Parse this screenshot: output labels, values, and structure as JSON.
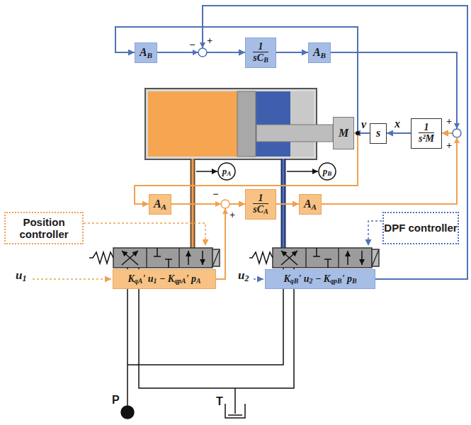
{
  "diagram": {
    "nodes": [
      {
        "text": [
          "AB"
        ]
      },
      {
        "text": [
          "1 sCB"
        ]
      },
      {
        "text": [
          "AB"
        ]
      },
      {
        "text": [
          "M"
        ]
      },
      {
        "text": [
          "s"
        ]
      },
      {
        "text": [
          "1 s²M"
        ]
      },
      {
        "text": [
          "pA"
        ]
      },
      {
        "text": [
          "pB"
        ]
      },
      {
        "text": [
          "AA"
        ]
      },
      {
        "text": [
          "1 sCA"
        ]
      },
      {
        "text": [
          "AA"
        ]
      },
      {
        "text": [
          "Position controller"
        ]
      },
      {
        "text": [
          "DPF controller"
        ]
      },
      {
        "text": [
          "KqA' u1 − KqpA' pA"
        ]
      },
      {
        "text": [
          "KqB' u2 − KqpB' pB"
        ]
      }
    ],
    "edges": [
      {
        "from": 0,
        "to": 1,
        "arrow": "to"
      },
      {
        "from": 14,
        "to": 1,
        "arrow": "to"
      },
      {
        "from": 1,
        "to": 2,
        "arrow": "to"
      },
      {
        "from": 2,
        "to": 5,
        "arrow": "to"
      },
      {
        "from": 10,
        "to": 5,
        "arrow": "to"
      },
      {
        "from": 5,
        "to": 4,
        "arrow": "to"
      },
      {
        "from": 4,
        "to": 3,
        "arrow": "to"
      },
      {
        "from": 3,
        "to": 0,
        "arrow": "to"
      },
      {
        "from": 3,
        "to": 8,
        "arrow": "to"
      },
      {
        "from": 8,
        "to": 9,
        "arrow": "to"
      },
      {
        "from": 13,
        "to": 9,
        "arrow": "to"
      },
      {
        "from": 9,
        "to": 10,
        "arrow": "to"
      }
    ],
    "labels": [
      "−",
      "+",
      "v",
      "x",
      "+",
      "+",
      "−",
      "+",
      "u1",
      "u2",
      "P",
      "T"
    ]
  }
}
